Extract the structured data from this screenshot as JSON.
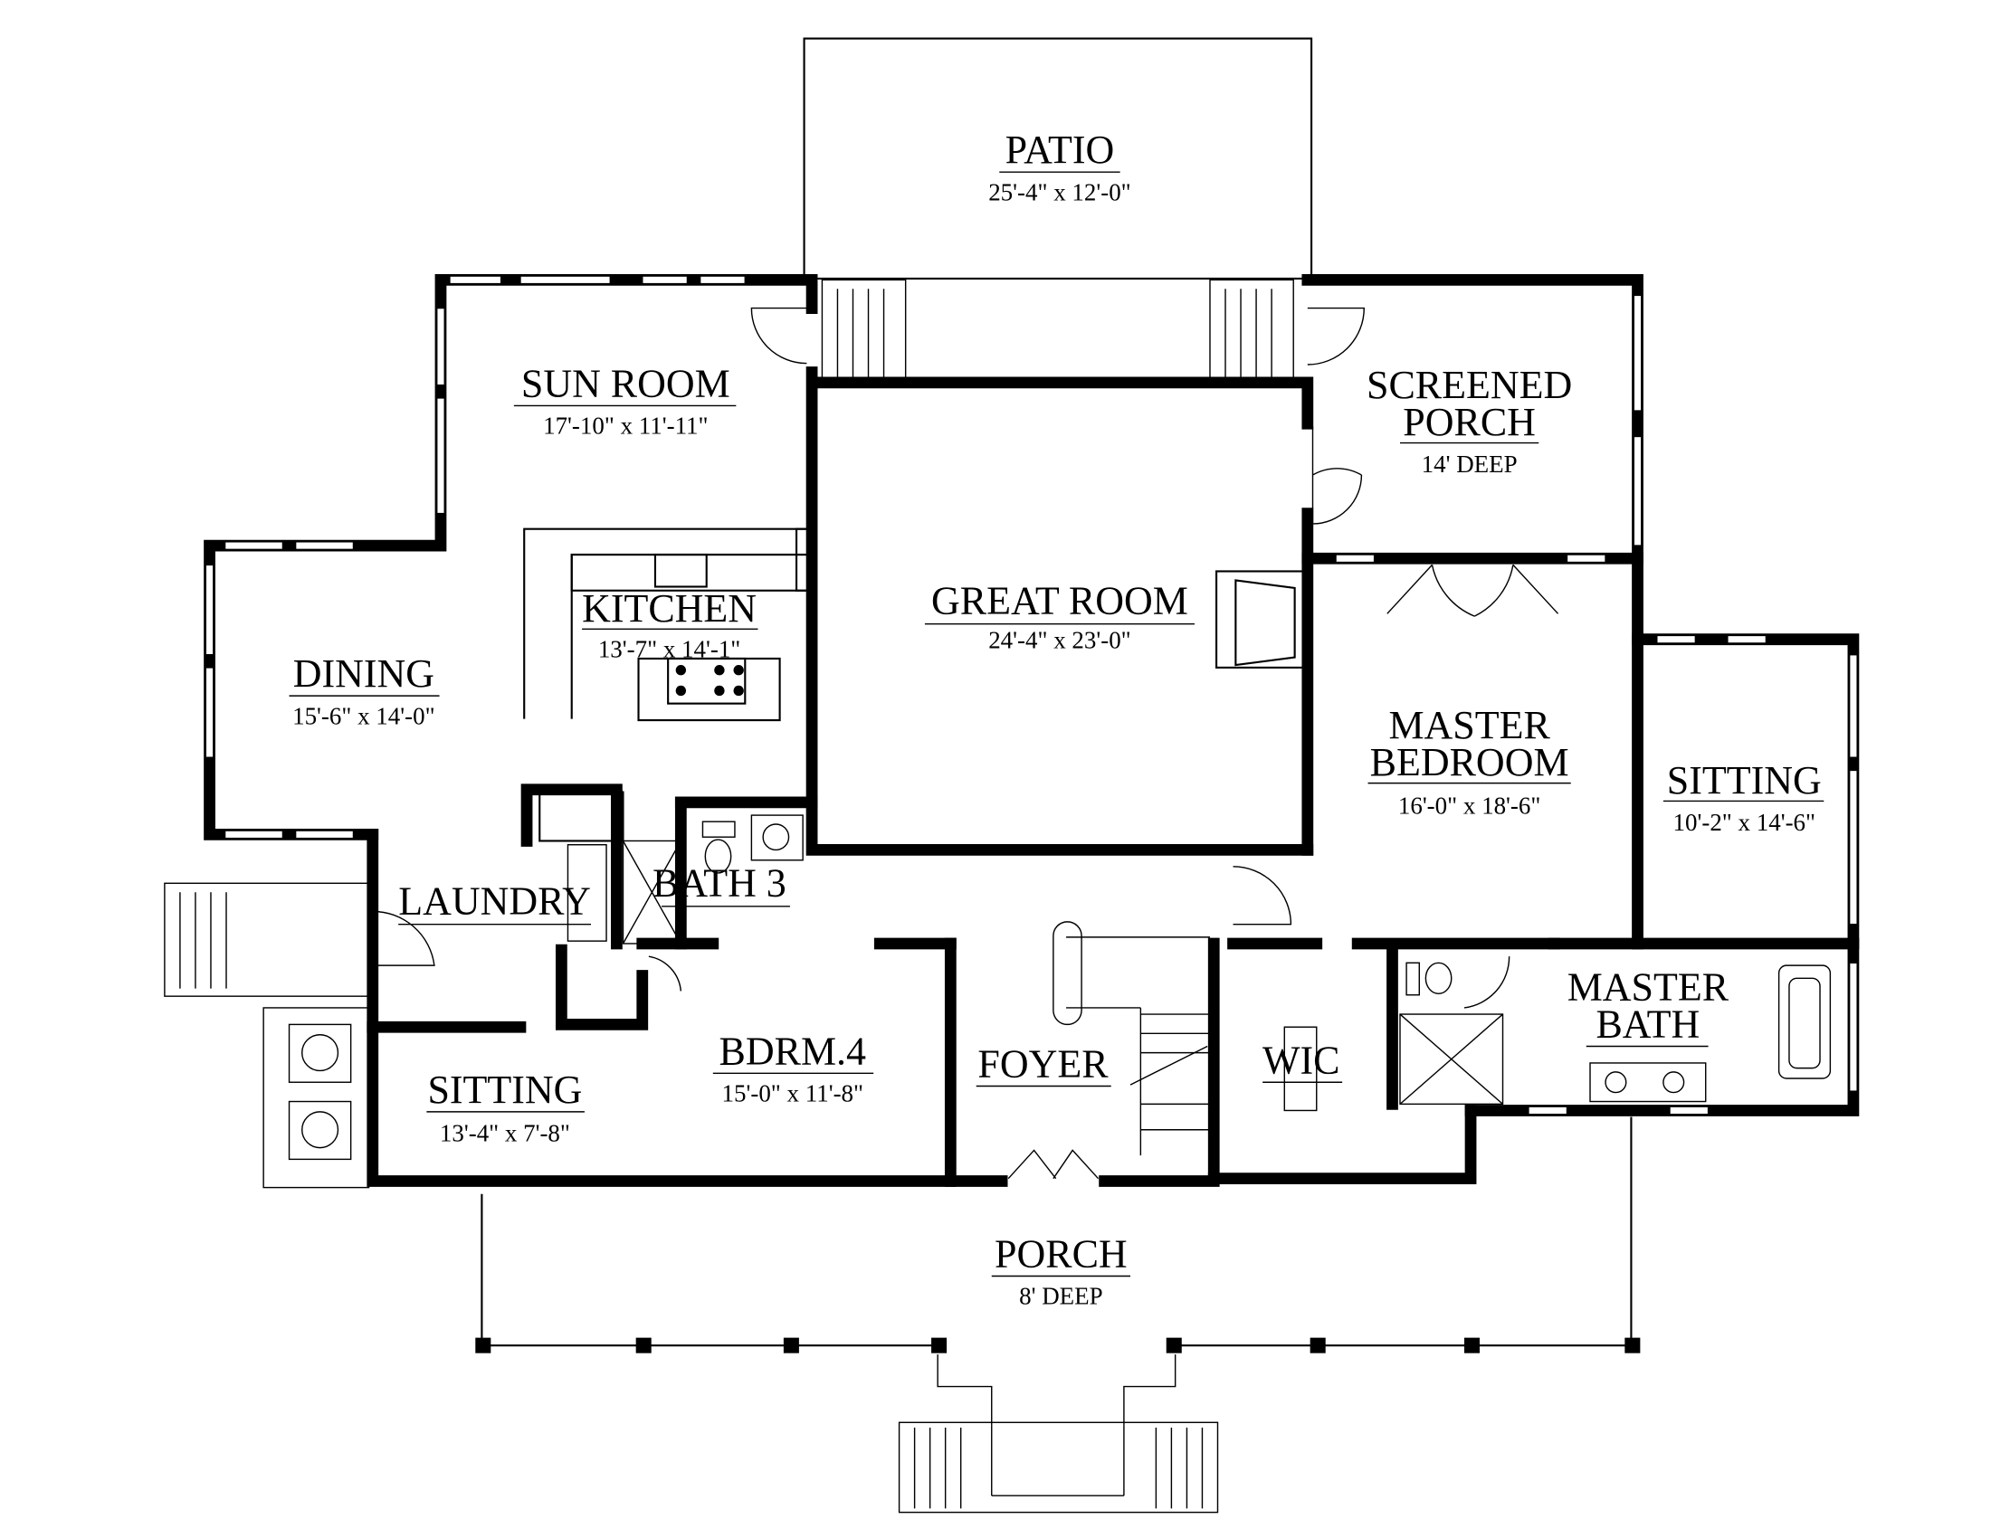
{
  "rooms": {
    "patio": {
      "name": "PATIO",
      "size": "25'-4\" x 12'-0\""
    },
    "sun_room": {
      "name": "SUN ROOM",
      "size": "17'-10\" x 11'-11\""
    },
    "screened_porch": {
      "name_line1": "SCREENED",
      "name_line2": "PORCH",
      "size": "14' DEEP"
    },
    "kitchen": {
      "name": "KITCHEN",
      "size": "13'-7\" x 14'-1\""
    },
    "great_room": {
      "name": "GREAT ROOM",
      "size": "24'-4\" x 23'-0\""
    },
    "dining": {
      "name": "DINING",
      "size": "15'-6\" x 14'-0\""
    },
    "master_bedroom": {
      "name_line1": "MASTER",
      "name_line2": "BEDROOM",
      "size": "16'-0\" x 18'-6\""
    },
    "sitting_master": {
      "name": "SITTING",
      "size": "10'-2\" x 14'-6\""
    },
    "laundry": {
      "name": "LAUNDRY"
    },
    "bath3": {
      "name": "BATH 3"
    },
    "master_bath": {
      "name_line1": "MASTER",
      "name_line2": "BATH"
    },
    "wic": {
      "name": "WIC"
    },
    "foyer": {
      "name": "FOYER"
    },
    "bdrm4": {
      "name": "BDRM.4",
      "size": "15'-0\" x 11'-8\""
    },
    "sitting_left": {
      "name": "SITTING",
      "size": "13'-4\" x 7'-8\""
    },
    "porch": {
      "name": "PORCH",
      "size": "8' DEEP"
    }
  }
}
